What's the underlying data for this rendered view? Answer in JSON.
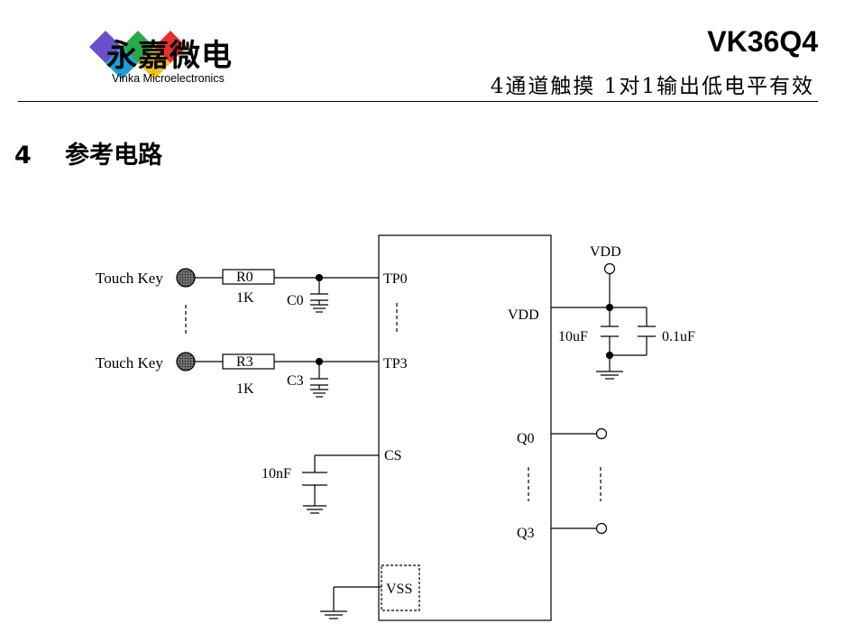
{
  "header": {
    "logo_cn": "永嘉微电",
    "logo_en": "Vinka Microelectronics",
    "logo_colors": [
      "#6a4fc8",
      "#2aa84a",
      "#e53030",
      "#1aa0d8",
      "#f2c21a"
    ],
    "chip_name": "VK36Q4",
    "chip_desc": "4通道触摸 1对1输出低电平有效"
  },
  "section": {
    "number": "4",
    "title": "参考电路"
  },
  "circuit": {
    "touch_keys": [
      {
        "label": "Touch Key",
        "resistor": "R0",
        "resistor_value": "1K",
        "cap": "C0",
        "pin": "TP0"
      },
      {
        "label": "Touch Key",
        "resistor": "R3",
        "resistor_value": "1K",
        "cap": "C3",
        "pin": "TP3"
      }
    ],
    "cs": {
      "pin": "CS",
      "cap_value": "10nF"
    },
    "vss_pin": "VSS",
    "vdd": {
      "net": "VDD",
      "pin": "VDD",
      "cap1": "10uF",
      "cap2": "0.1uF"
    },
    "outputs": [
      "Q0",
      "Q3"
    ]
  }
}
